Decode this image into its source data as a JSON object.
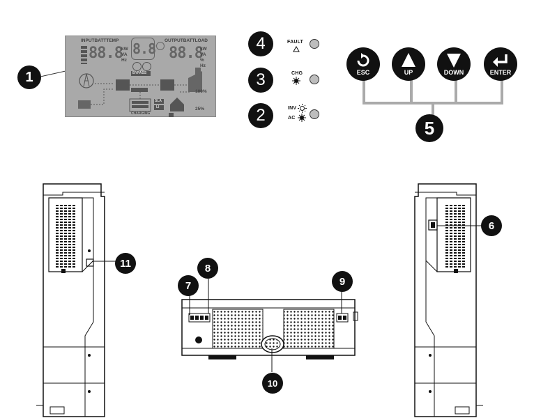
{
  "lcd": {
    "input_batt_temp": "INPUTBATTTEMP",
    "output_batt_load": "OUTPUTBATTLOAD",
    "digits_left": "88.8",
    "digits_center": "8.8",
    "digits_right": "88.8",
    "units": [
      "kW",
      "VA",
      "%",
      "Hz"
    ],
    "bypass": "BYPASS",
    "sla": "SLA",
    "li": "LI",
    "charging": "CHARGING",
    "load_100": "100%",
    "load_25": "25%"
  },
  "leds": {
    "fault": "FAULT",
    "chg": "CHG",
    "inv": "INV",
    "ac": "AC",
    "color": "#bdbdbd"
  },
  "buttons": {
    "esc": "ESC",
    "up": "UP",
    "down": "DOWN",
    "enter": "ENTER"
  },
  "callouts": {
    "c1": "1",
    "c2": "2",
    "c3": "3",
    "c4": "4",
    "c5": "5",
    "c6": "6",
    "c7": "7",
    "c8": "8",
    "c9": "9",
    "c10": "10",
    "c11": "11"
  }
}
